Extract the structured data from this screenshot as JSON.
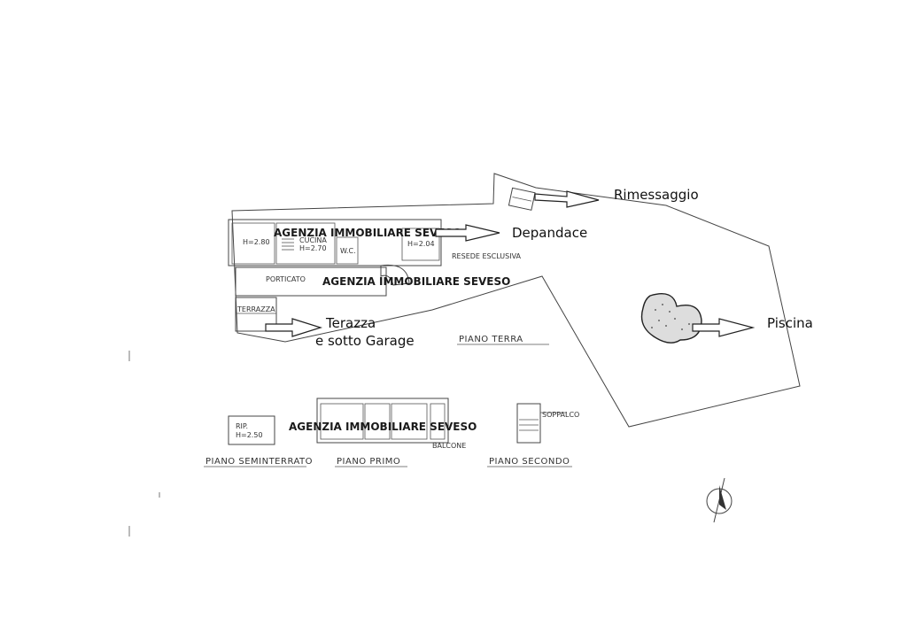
{
  "watermark": "AGENZIA IMMOBILIARE SEVESO",
  "annotations": {
    "rimessaggio": "Rimessaggio",
    "depandace": "Depandace",
    "terazza": "Terazza",
    "sotto_garage": "e sotto Garage",
    "piscina": "Piscina"
  },
  "floor_labels": {
    "piano_terra": "PIANO TERRA",
    "piano_seminterrato": "PIANO SEMINTERRATO",
    "piano_primo": "PIANO PRIMO",
    "piano_secondo": "PIANO SECONDO"
  },
  "room_labels": {
    "cucina": "CUCINA",
    "cucina_h": "H=2.70",
    "room1_h": "H=2.80",
    "room2_h": "H=2.04",
    "wc": "W.C.",
    "portico": "PORTICATO",
    "terrazza": "TERRAZZA",
    "resede": "RESEDE ESCLUSIVA",
    "rip": "RIP.",
    "rip_h": "H=2.50",
    "soppalco": "SOPPALCO",
    "balcone": "BALCONE"
  }
}
